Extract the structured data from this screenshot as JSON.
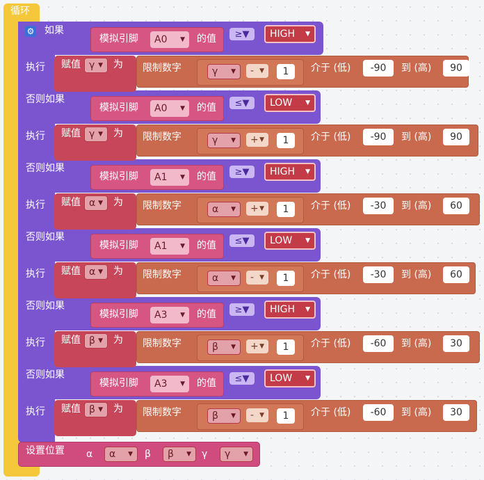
{
  "loop_label": "循环",
  "if_label": "如果",
  "elseif_label": "否则如果",
  "do_label": "执行",
  "assign_label": "赋值",
  "to_label": "为",
  "constrain_label": "限制数字",
  "analog_label": "模拟引脚",
  "value_of_label": "的值",
  "between_low_label": "介于 (低)",
  "to_high_label": "到 (高)",
  "set_position_label": "设置位置",
  "conditions": [
    {
      "pin": "A0",
      "op": "≥",
      "level": "HIGH"
    },
    {
      "pin": "A0",
      "op": "≤",
      "level": "LOW"
    },
    {
      "pin": "A1",
      "op": "≥",
      "level": "HIGH"
    },
    {
      "pin": "A1",
      "op": "≤",
      "level": "LOW"
    },
    {
      "pin": "A3",
      "op": "≥",
      "level": "HIGH"
    },
    {
      "pin": "A3",
      "op": "≤",
      "level": "LOW"
    }
  ],
  "actions": [
    {
      "var": "γ",
      "op": "-",
      "amount": "1",
      "low": "-90",
      "high": "90"
    },
    {
      "var": "γ",
      "op": "+",
      "amount": "1",
      "low": "-90",
      "high": "90"
    },
    {
      "var": "α",
      "op": "+",
      "amount": "1",
      "low": "-30",
      "high": "60"
    },
    {
      "var": "α",
      "op": "-",
      "amount": "1",
      "low": "-30",
      "high": "60"
    },
    {
      "var": "β",
      "op": "+",
      "amount": "1",
      "low": "-60",
      "high": "30"
    },
    {
      "var": "β",
      "op": "-",
      "amount": "1",
      "low": "-60",
      "high": "30"
    }
  ],
  "set_position": {
    "alpha_label": "α",
    "alpha": "α",
    "beta_label": "β",
    "beta": "β",
    "gamma_label": "γ",
    "gamma": "γ"
  },
  "icons": {
    "settings": "gear-icon",
    "dropdown": "triangle-down"
  }
}
